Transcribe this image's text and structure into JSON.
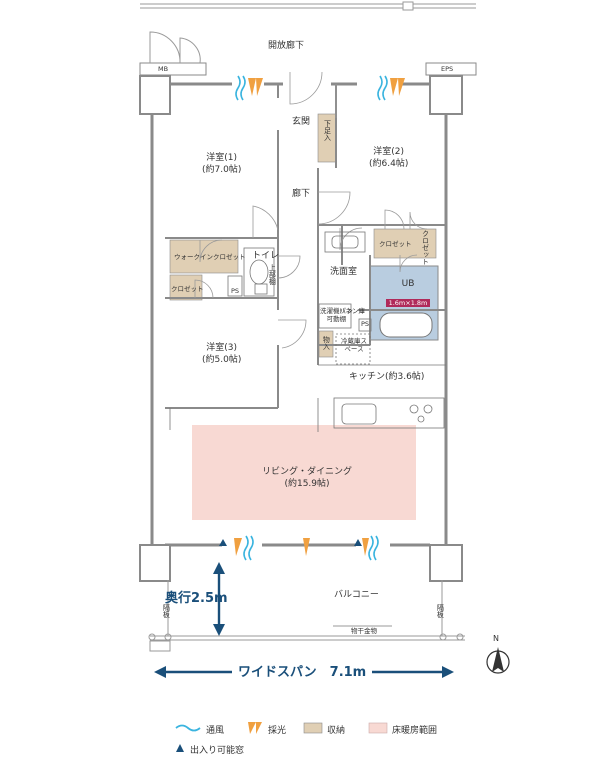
{
  "corridor": "開放廊下",
  "mb": "MB",
  "eps": "EPS",
  "entrance": "玄関",
  "shoe_storage": "下足入",
  "hall": "廊下",
  "room1": {
    "name": "洋室(1)",
    "size": "(約7.0帖)"
  },
  "room2": {
    "name": "洋室(2)",
    "size": "(約6.4帖)"
  },
  "room3": {
    "name": "洋室(3)",
    "size": "(約5.0帖)"
  },
  "walkin_closet": "ウォークインクロゼット",
  "closet": "クロゼット",
  "closet_room2": "クロゼット",
  "closet_room2_vertical": "クロゼット",
  "ps": "PS",
  "toilet": "トイレ",
  "toilet_shelf": "上部棚",
  "washroom": "洗面室",
  "ub": {
    "name": "UB",
    "size": "1.6m×1.8m"
  },
  "linen": "リネン庫",
  "washer": "洗濯機パン",
  "washer_sub": "可動棚",
  "storage": "物入",
  "fridge": "冷蔵庫スペース",
  "kitchen": "キッチン(約3.6帖)",
  "living": {
    "name": "リビング・ダイニング",
    "size": "(約15.9帖)"
  },
  "balcony": "バルコニー",
  "partition": "隔板",
  "laundry_bar": "物干金物",
  "depth": "奥行2.5m",
  "span": "ワイドスパン　7.1m",
  "north": "N",
  "legend": {
    "ventilation": "通風",
    "light": "採光",
    "storage": "収納",
    "floor_heating": "床暖房範囲",
    "access_window": "出入り可能窓"
  },
  "colors": {
    "wall": "#8a8a8a",
    "storage_fill": "#e0cfb4",
    "floor_heating": "#f8d9d3",
    "ub_fill": "#b9cde0",
    "wind": "#3ab4df",
    "light": "#f0a040",
    "dimension": "#1a4f7a"
  }
}
